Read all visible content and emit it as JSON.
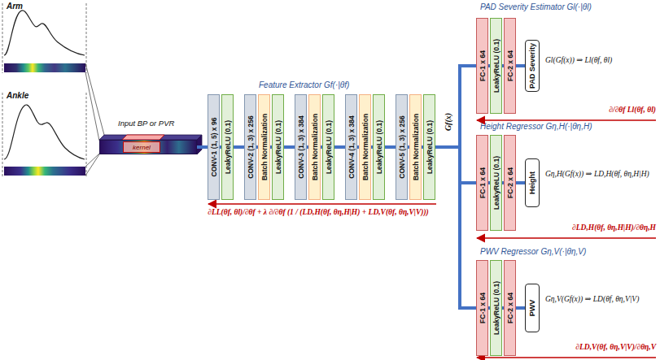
{
  "diagram": {
    "nodes": [
      {
        "text": [
          "Input BP or PVR"
        ]
      },
      {
        "text": [
          "kernel"
        ],
        "in": 0
      },
      {
        "text": [
          "CONV-1 (1, 5) x 96"
        ]
      },
      {
        "text": [
          "LeakyReLU (0.1)"
        ]
      },
      {
        "text": [
          "CONV-2 (1, 3) x 256"
        ]
      },
      {
        "text": [
          "Batch Normalization"
        ]
      },
      {
        "text": [
          "LeakyReLU (0.1)"
        ]
      },
      {
        "text": [
          "CONV-3 (1, 3) x 384"
        ]
      },
      {
        "text": [
          "Batch Normalization"
        ]
      },
      {
        "text": [
          "LeakyReLU (0.1)"
        ]
      },
      {
        "text": [
          "CONV-4 (1, 3) x 384"
        ]
      },
      {
        "text": [
          "Batch Normalization"
        ]
      },
      {
        "text": [
          "LeakyReLU (0.1)"
        ]
      },
      {
        "text": [
          "CONV-5 (1, 3) x 256"
        ]
      },
      {
        "text": [
          "Batch Normalization"
        ]
      },
      {
        "text": [
          "LeakyReLU (0.1)"
        ]
      },
      {
        "text": [
          "FC-1 x 64"
        ]
      },
      {
        "text": [
          "LeakyReLU (0.1)"
        ]
      },
      {
        "text": [
          "FC-2 x 64"
        ]
      },
      {
        "text": [
          "PAD Severity"
        ]
      },
      {
        "text": [
          "FC-1 x 64"
        ]
      },
      {
        "text": [
          "LeakyReLU (0.1)"
        ]
      },
      {
        "text": [
          "FC-2 x 64"
        ]
      },
      {
        "text": [
          "Height"
        ]
      },
      {
        "text": [
          "FC-1 x 64"
        ]
      },
      {
        "text": [
          "LeakyReLU (0.1)"
        ]
      },
      {
        "text": [
          "FC-2 x 64"
        ]
      },
      {
        "text": [
          "PWV"
        ]
      }
    ],
    "edges": [
      {
        "from": 0,
        "to": 2,
        "arrow": "none"
      },
      {
        "from": 2,
        "to": 3,
        "arrow": "none"
      },
      {
        "from": 3,
        "to": 4,
        "arrow": "none"
      },
      {
        "from": 4,
        "to": 5,
        "arrow": "none"
      },
      {
        "from": 5,
        "to": 6,
        "arrow": "none"
      },
      {
        "from": 6,
        "to": 7,
        "arrow": "none"
      },
      {
        "from": 7,
        "to": 8,
        "arrow": "none"
      },
      {
        "from": 8,
        "to": 9,
        "arrow": "none"
      },
      {
        "from": 9,
        "to": 10,
        "arrow": "none"
      },
      {
        "from": 10,
        "to": 11,
        "arrow": "none"
      },
      {
        "from": 11,
        "to": 12,
        "arrow": "none"
      },
      {
        "from": 12,
        "to": 13,
        "arrow": "none"
      },
      {
        "from": 13,
        "to": 14,
        "arrow": "none"
      },
      {
        "from": 14,
        "to": 15,
        "arrow": "none"
      },
      {
        "from": 15,
        "to": 16,
        "arrow": "none"
      },
      {
        "from": 15,
        "to": 20,
        "arrow": "none"
      },
      {
        "from": 15,
        "to": 24,
        "arrow": "none"
      },
      {
        "from": 16,
        "to": 17,
        "arrow": "none"
      },
      {
        "from": 17,
        "to": 18,
        "arrow": "none"
      },
      {
        "from": 18,
        "to": 19,
        "arrow": "none"
      },
      {
        "from": 20,
        "to": 21,
        "arrow": "none"
      },
      {
        "from": 21,
        "to": 22,
        "arrow": "none"
      },
      {
        "from": 22,
        "to": 23,
        "arrow": "none"
      },
      {
        "from": 24,
        "to": 25,
        "arrow": "none"
      },
      {
        "from": 25,
        "to": 26,
        "arrow": "none"
      },
      {
        "from": 26,
        "to": 27,
        "arrow": "none"
      }
    ],
    "labels": [
      "Arm",
      "Ankle",
      "Feature Extractor Gf(·|θf)",
      "∂LL(θf, θl)/∂θf + λ ∂/∂θf (1 / (LD,H(θf, θη,H|H) + LD,V(θf, θη,V|V)))",
      "Gf(x)",
      "PAD Severity Estimator Gl(·|θl)",
      "Gl(Gf(x)) ⇒ Ll(θf, θl)",
      "∂/∂θf Ll(θf, θl)",
      "Height Regressor Gη,H(·|θη,H)",
      "Gη,H(Gf(x)) ⇒ LD,H(θf, θη,H|H)",
      "∂LD,H(θf, θη,H|H)/∂θη,H",
      "PWV Regressor Gη,V(·|θη,V)",
      "Gη,V(Gf(x)) ⇒ LD(θf, θη,V|V)",
      "∂LD,V(θf, θη,V|V)/∂θη,V"
    ]
  }
}
